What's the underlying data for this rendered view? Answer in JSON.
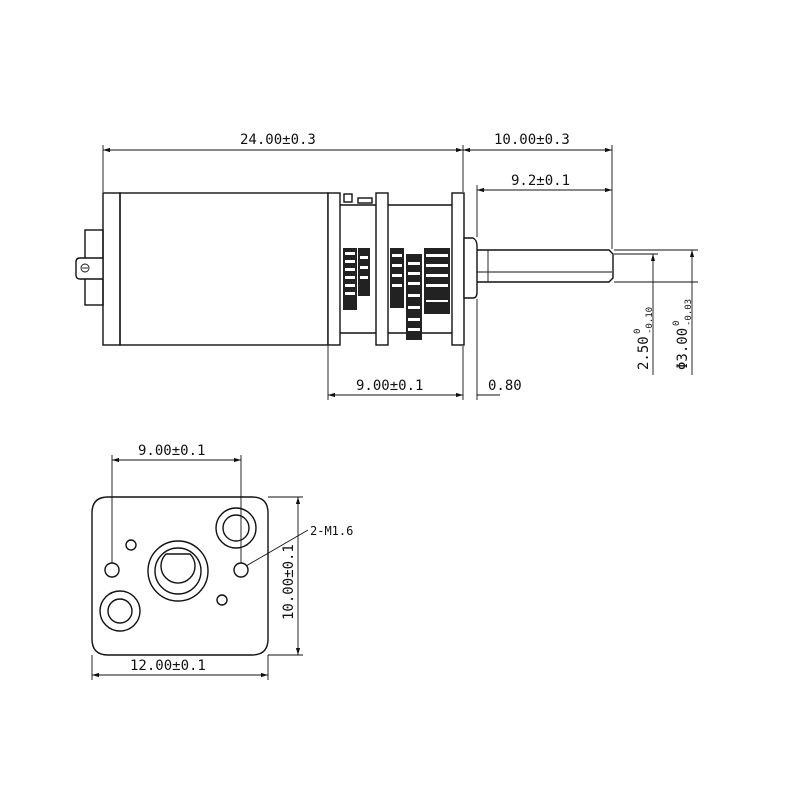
{
  "side_view": {
    "overall_length": "24.00±0.3",
    "shaft_length": "10.00±0.3",
    "shaft_exposed": "9.2±0.1",
    "gearbox_length": "9.00±0.1",
    "flange_thickness": "0.80",
    "flat_dim": {
      "nominal": "2.50",
      "upper": "0",
      "lower": "-0.10"
    },
    "shaft_dia": {
      "nominal": "Φ3.00",
      "upper": "0",
      "lower": "-0.03"
    }
  },
  "end_view": {
    "hole_spacing": "9.00±0.1",
    "screw_callout": "2-M1.6",
    "height": "10.00±0.1",
    "width": "12.00±0.1"
  },
  "colors": {
    "line": "#111111",
    "background": "#ffffff"
  }
}
